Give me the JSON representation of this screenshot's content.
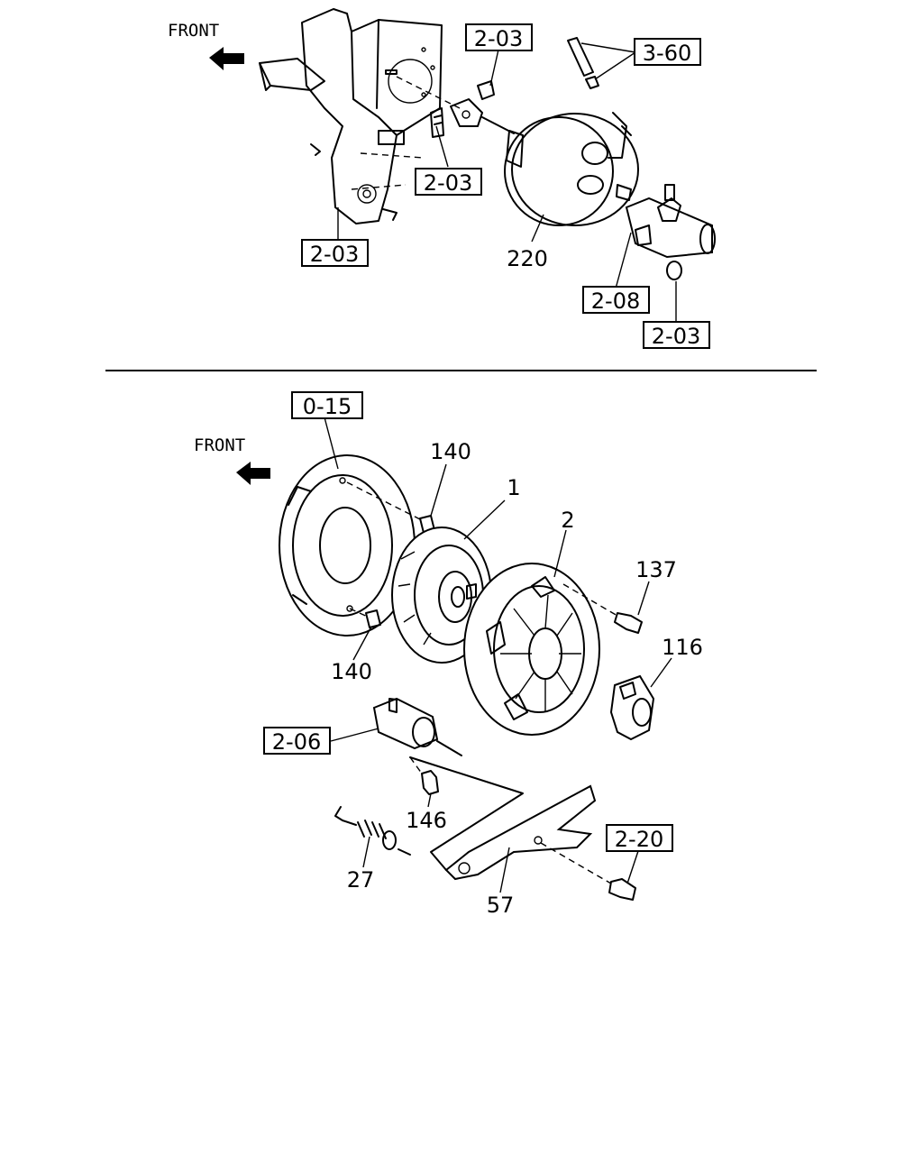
{
  "upper": {
    "front_label": "FRONT",
    "callouts": {
      "ref_2_03_top": "2-03",
      "ref_3_60": "3-60",
      "ref_2_03_mid": "2-03",
      "ref_2_03_left": "2-03",
      "part_220": "220",
      "ref_2_08": "2-08",
      "ref_2_03_right": "2-03"
    }
  },
  "lower": {
    "front_label": "FRONT",
    "callouts": {
      "ref_0_15": "0-15",
      "part_140_top": "140",
      "part_1": "1",
      "part_2": "2",
      "part_137": "137",
      "part_116": "116",
      "part_140_bottom": "140",
      "ref_2_06": "2-06",
      "part_146": "146",
      "ref_2_20": "2-20",
      "part_27": "27",
      "part_57": "57"
    }
  }
}
